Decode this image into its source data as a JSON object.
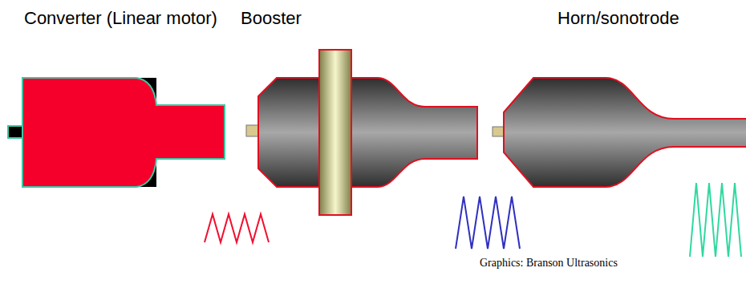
{
  "diagram": {
    "labels": [
      "Converter (Linear motor)",
      "Booster",
      "Horn/sonotrode",
      "Graphics: Branson Ultrasonics"
    ]
  }
}
